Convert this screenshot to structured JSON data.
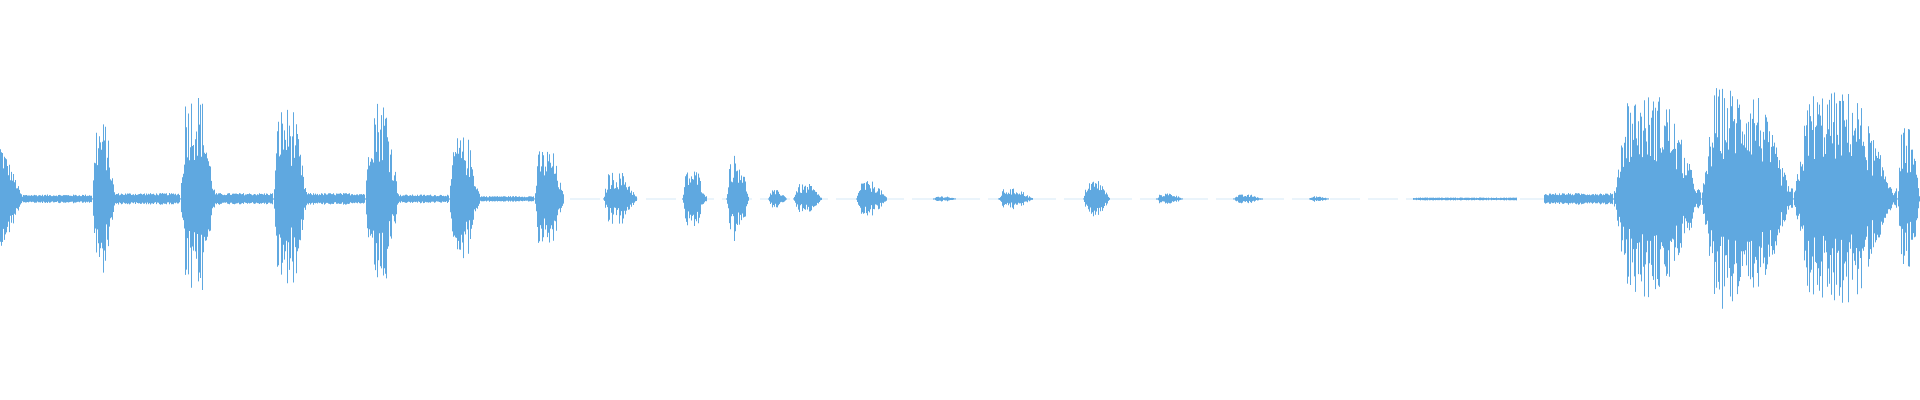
{
  "waveform": {
    "color": "#5FA8E0",
    "background": "#FFFFFF",
    "segments": [
      {
        "start": 0.0,
        "end": 0.012,
        "amp": 0.4,
        "shape": "decay"
      },
      {
        "start": 0.012,
        "end": 0.048,
        "amp": 0.03,
        "shape": "flat"
      },
      {
        "start": 0.048,
        "end": 0.06,
        "amp": 0.52,
        "shape": "burst"
      },
      {
        "start": 0.06,
        "end": 0.094,
        "amp": 0.04,
        "shape": "flat"
      },
      {
        "start": 0.094,
        "end": 0.112,
        "amp": 0.72,
        "shape": "burst"
      },
      {
        "start": 0.112,
        "end": 0.142,
        "amp": 0.04,
        "shape": "flat"
      },
      {
        "start": 0.142,
        "end": 0.16,
        "amp": 0.62,
        "shape": "burst"
      },
      {
        "start": 0.16,
        "end": 0.19,
        "amp": 0.04,
        "shape": "flat"
      },
      {
        "start": 0.19,
        "end": 0.208,
        "amp": 0.68,
        "shape": "burst"
      },
      {
        "start": 0.208,
        "end": 0.234,
        "amp": 0.03,
        "shape": "flat"
      },
      {
        "start": 0.234,
        "end": 0.25,
        "amp": 0.42,
        "shape": "burst"
      },
      {
        "start": 0.25,
        "end": 0.278,
        "amp": 0.02,
        "shape": "flat"
      },
      {
        "start": 0.278,
        "end": 0.294,
        "amp": 0.34,
        "shape": "burst"
      },
      {
        "start": 0.314,
        "end": 0.332,
        "amp": 0.18,
        "shape": "burst"
      },
      {
        "start": 0.355,
        "end": 0.368,
        "amp": 0.2,
        "shape": "burst"
      },
      {
        "start": 0.378,
        "end": 0.39,
        "amp": 0.3,
        "shape": "burst"
      },
      {
        "start": 0.4,
        "end": 0.41,
        "amp": 0.06,
        "shape": "burst"
      },
      {
        "start": 0.413,
        "end": 0.428,
        "amp": 0.1,
        "shape": "burst"
      },
      {
        "start": 0.446,
        "end": 0.462,
        "amp": 0.12,
        "shape": "burst"
      },
      {
        "start": 0.486,
        "end": 0.498,
        "amp": 0.02,
        "shape": "burst"
      },
      {
        "start": 0.52,
        "end": 0.538,
        "amp": 0.07,
        "shape": "burst"
      },
      {
        "start": 0.564,
        "end": 0.578,
        "amp": 0.13,
        "shape": "burst"
      },
      {
        "start": 0.602,
        "end": 0.616,
        "amp": 0.04,
        "shape": "burst"
      },
      {
        "start": 0.642,
        "end": 0.658,
        "amp": 0.03,
        "shape": "burst"
      },
      {
        "start": 0.682,
        "end": 0.692,
        "amp": 0.02,
        "shape": "burst"
      },
      {
        "start": 0.736,
        "end": 0.79,
        "amp": 0.01,
        "shape": "flat"
      },
      {
        "start": 0.804,
        "end": 0.84,
        "amp": 0.04,
        "shape": "flat"
      },
      {
        "start": 0.84,
        "end": 0.886,
        "amp": 0.7,
        "shape": "burst"
      },
      {
        "start": 0.886,
        "end": 0.934,
        "amp": 0.75,
        "shape": "burst"
      },
      {
        "start": 0.934,
        "end": 0.988,
        "amp": 0.72,
        "shape": "burst"
      },
      {
        "start": 0.988,
        "end": 1.0,
        "amp": 0.48,
        "shape": "burst"
      }
    ]
  }
}
